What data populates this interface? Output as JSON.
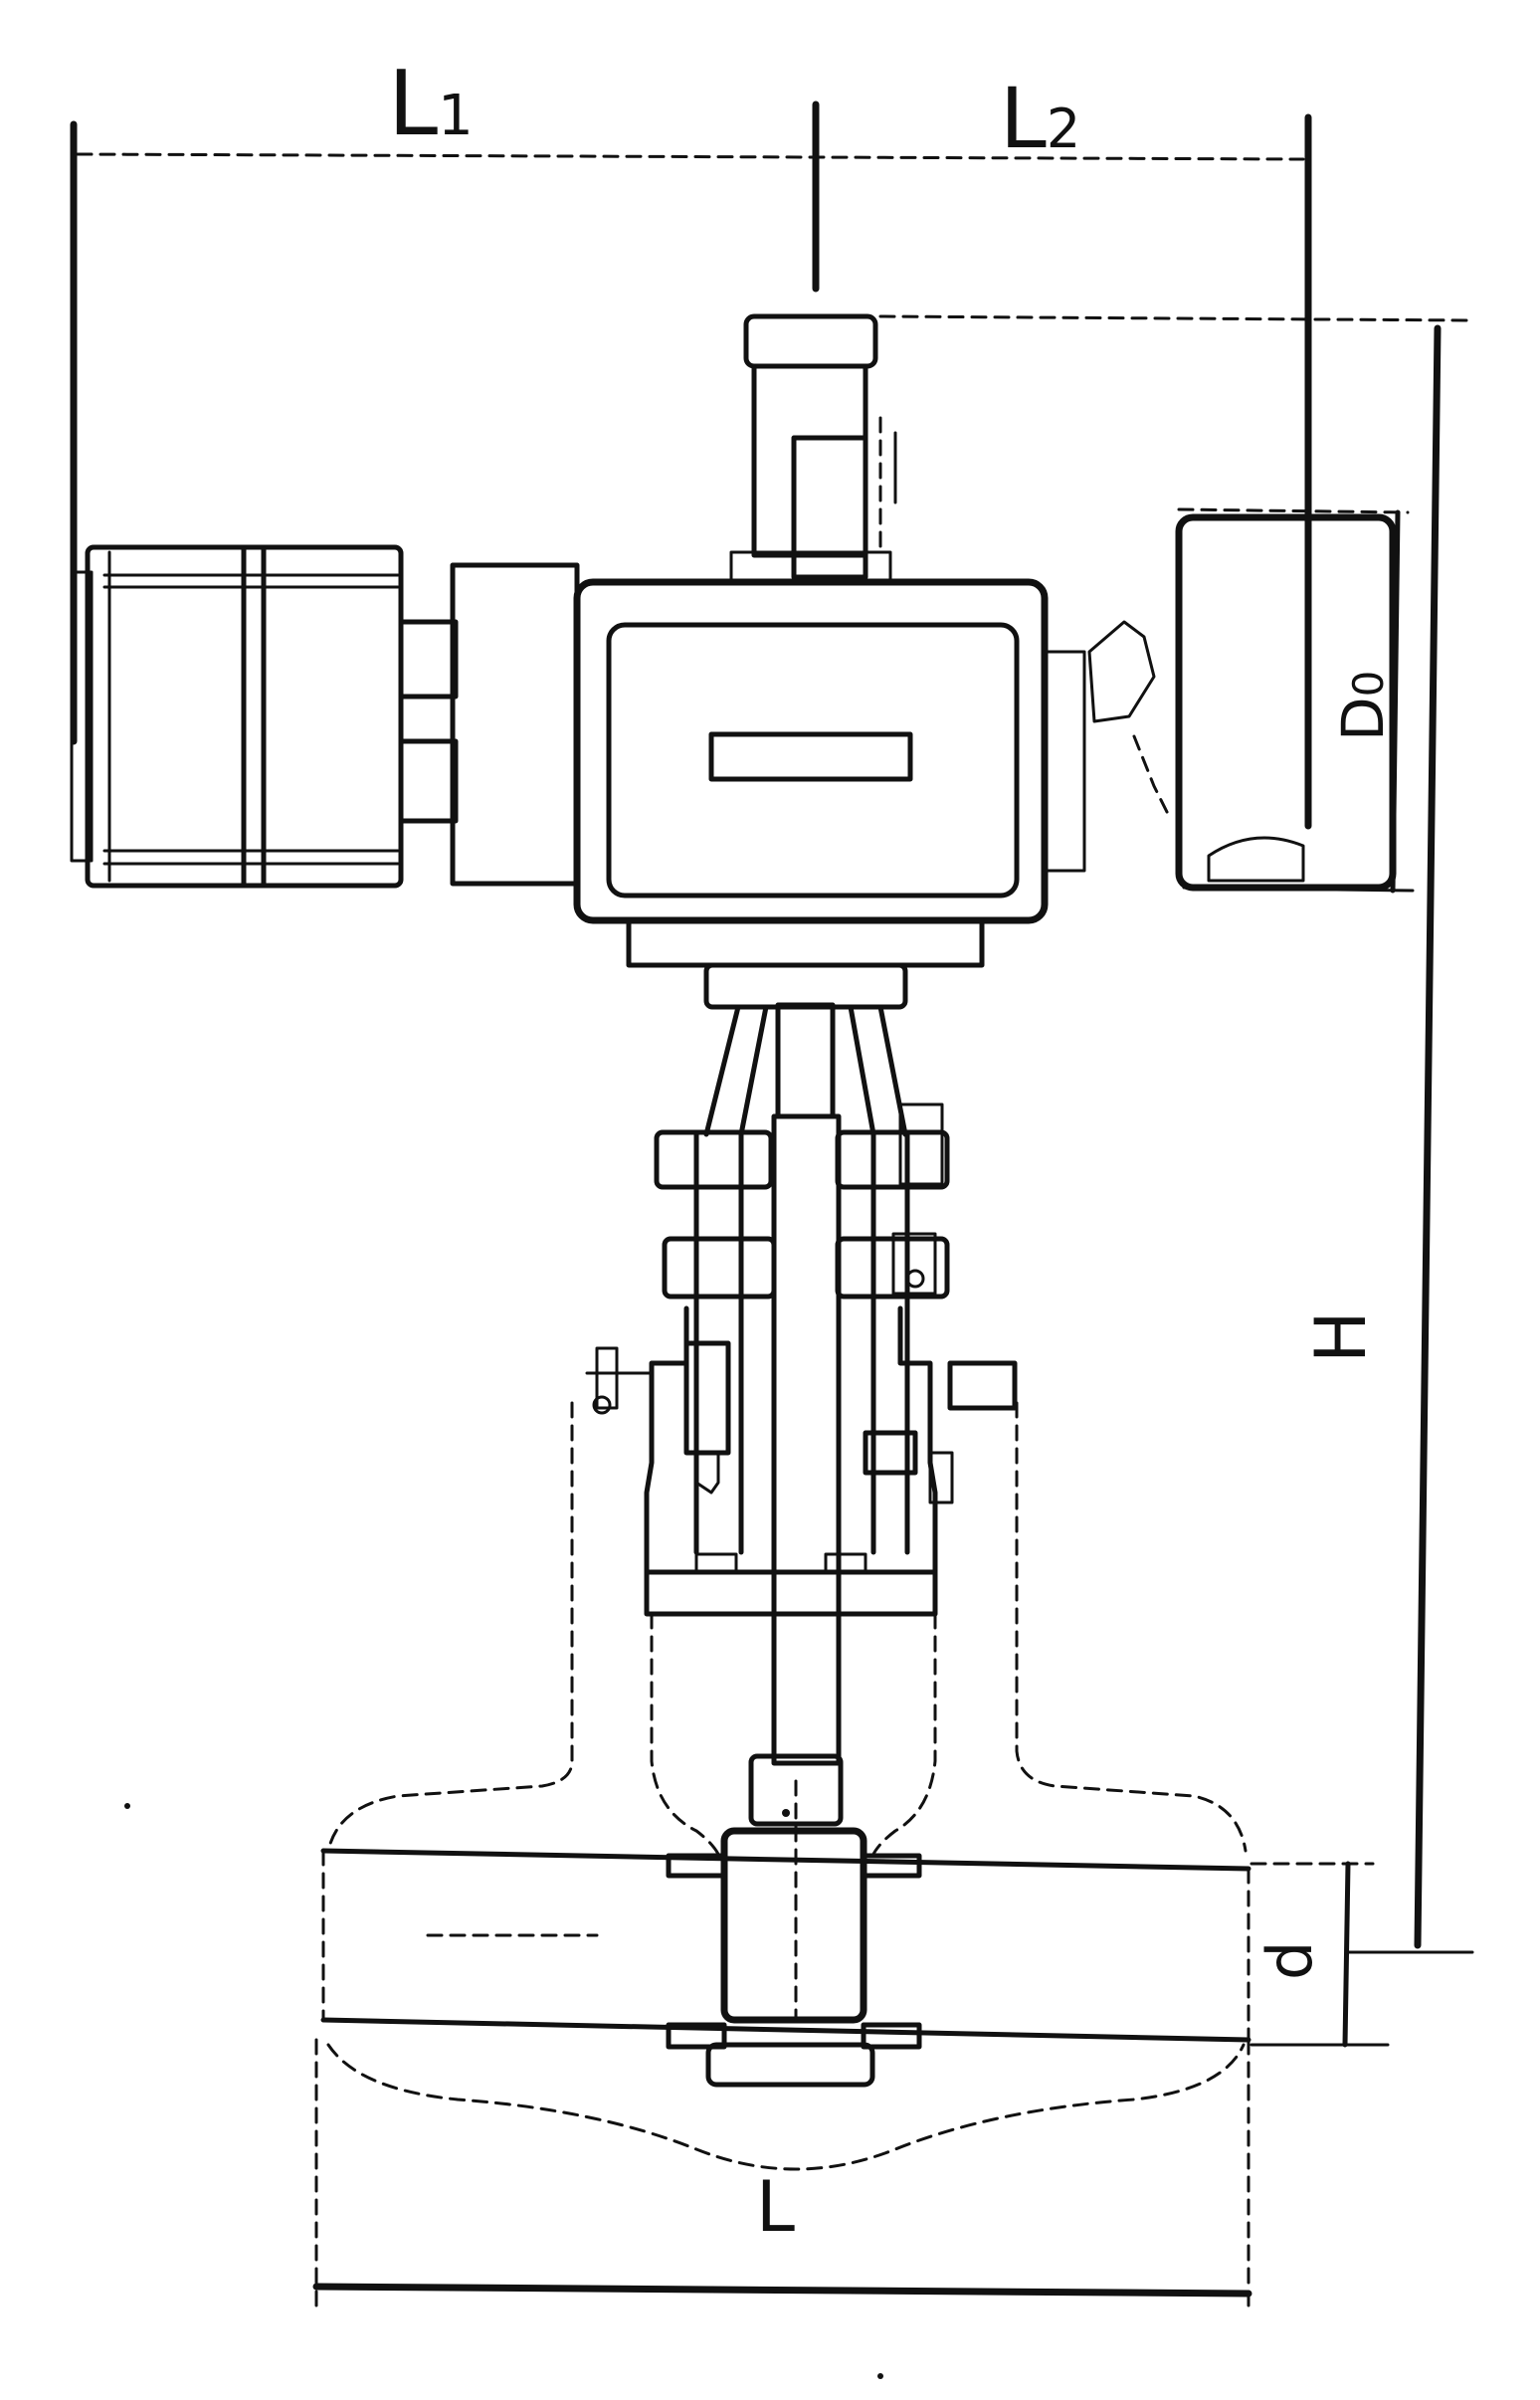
{
  "dimensions": {
    "L1": {
      "main": "L",
      "sub": "1"
    },
    "L2": {
      "main": "L",
      "sub": "2"
    },
    "D0": {
      "main": "D",
      "sub": "0"
    },
    "H": {
      "main": "H"
    },
    "d": {
      "main": "d"
    },
    "L": {
      "main": "L"
    }
  },
  "colors": {
    "ink": "#111111",
    "paper": "#ffffff"
  }
}
